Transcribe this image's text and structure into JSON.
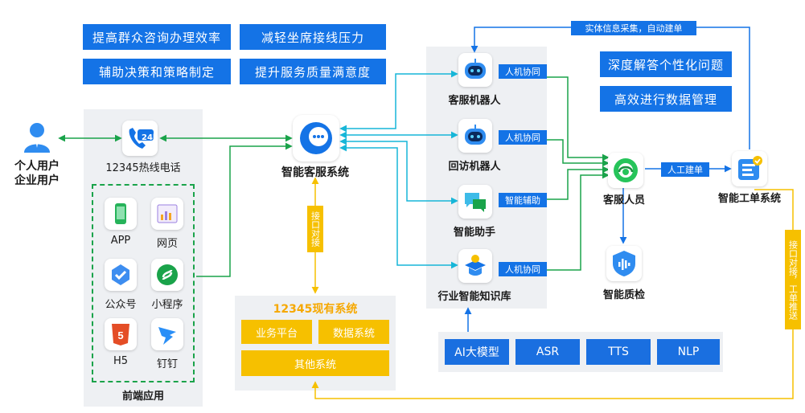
{
  "goals": {
    "g1": "提高群众咨询办理效率",
    "g2": "减轻坐席接线压力",
    "g3": "辅助决策和策略制定",
    "g4": "提升服务质量满意度",
    "g5": "深度解答个性化问题",
    "g6": "高效进行数据管理"
  },
  "users": {
    "line1": "个人用户",
    "line2": "企业用户"
  },
  "hotline": {
    "label": "12345热线电话",
    "badge": "24h"
  },
  "frontend": {
    "title": "前端应用",
    "apps": [
      "APP",
      "网页",
      "公众号",
      "小程序",
      "H5",
      "钉钉"
    ]
  },
  "center": {
    "label": "智能客服系统",
    "interface": "接口对接"
  },
  "existing": {
    "title": "12345现有系统",
    "items": [
      "业务平台",
      "数据系统",
      "其他系统"
    ]
  },
  "bots": {
    "service_robot": "客服机器人",
    "visit_robot": "回访机器人",
    "assistant": "智能助手",
    "knowledge": "行业智能知识库"
  },
  "tags": {
    "collab": "人机协同",
    "assist": "智能辅助",
    "manual": "人工建单",
    "collect": "实体信息采集，自动建单",
    "push": "接口对接，工单推送"
  },
  "agent": {
    "label": "客服人员"
  },
  "ticket": {
    "label": "智能工单系统"
  },
  "qc": {
    "label": "智能质检"
  },
  "tech": [
    "AI大模型",
    "ASR",
    "TTS",
    "NLP"
  ],
  "colors": {
    "blue": "#1473e6",
    "green": "#1aa34a",
    "cyan": "#17b6d8",
    "yellow": "#f6c000"
  }
}
